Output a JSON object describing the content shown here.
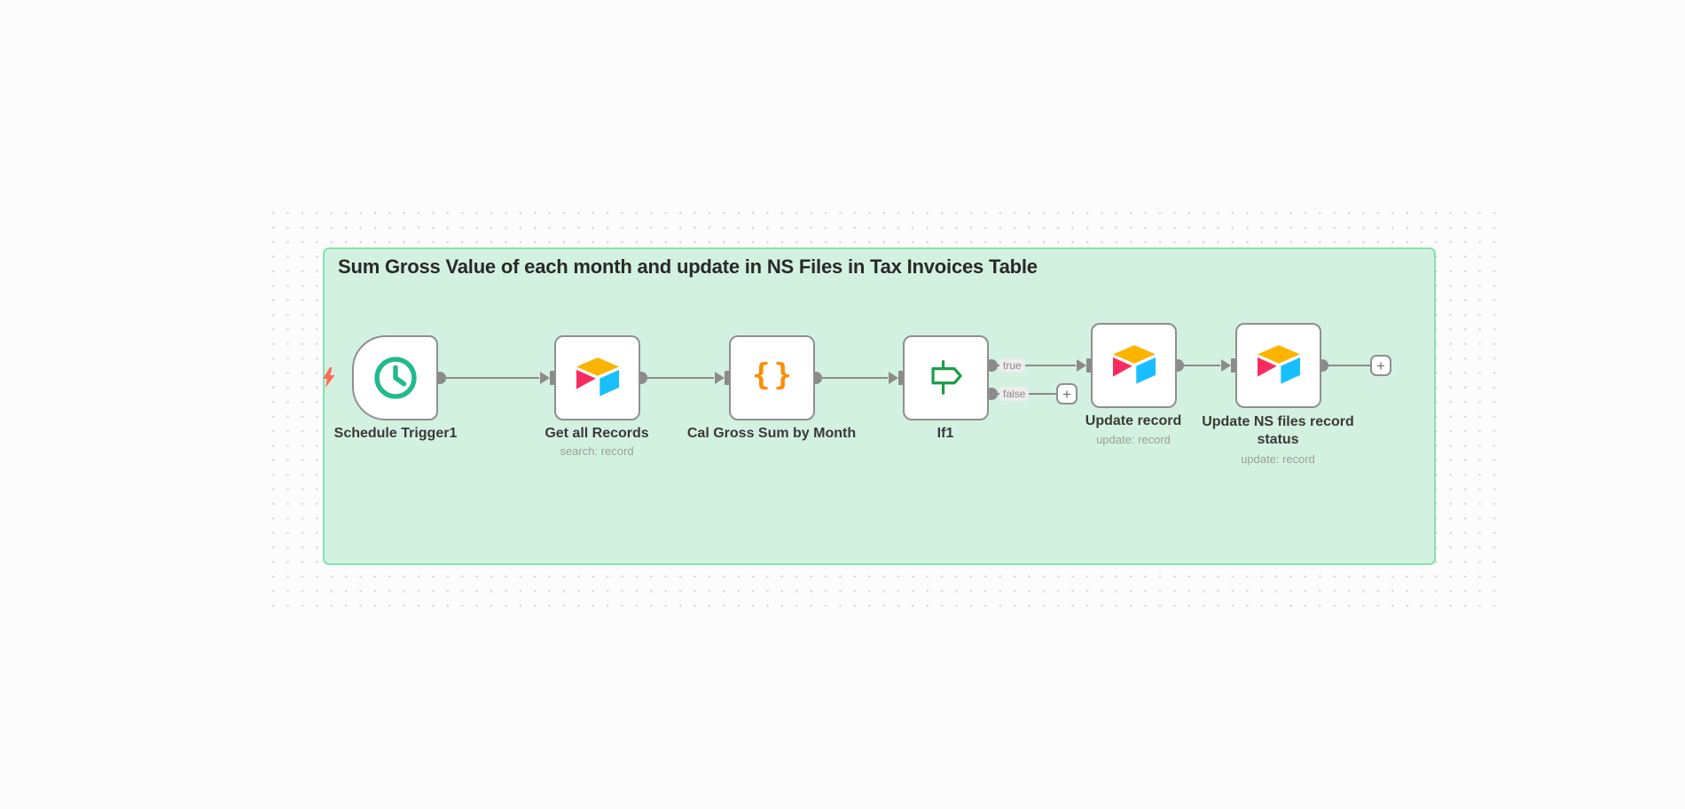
{
  "app": "n8n-workflow-canvas",
  "sticky": {
    "title": "Sum Gross Value of each month and update in NS Files in Tax Invoices Table",
    "fill_color": "#d3f1e0",
    "border_color": "#85e2ad"
  },
  "nodes": [
    {
      "id": "schedule-trigger",
      "label": "Schedule Trigger1",
      "icon": "clock-icon",
      "icon_color": "#21b98d",
      "shape": "trigger-rounded-left"
    },
    {
      "id": "get-all-records",
      "label": "Get all Records",
      "subtitle": "search: record",
      "icon": "airtable-icon"
    },
    {
      "id": "cal-gross-sum-by-month",
      "label": "Cal Gross Sum by Month",
      "icon": "code-braces-icon",
      "icon_glyph": "{}",
      "icon_color": "#ff8c00"
    },
    {
      "id": "if1",
      "label": "If1",
      "icon": "signpost-icon",
      "icon_color": "#1a9e49",
      "outputs": [
        "true",
        "false"
      ]
    },
    {
      "id": "update-record",
      "label": "Update record",
      "subtitle": "update: record",
      "icon": "airtable-icon"
    },
    {
      "id": "update-ns-files-record-status",
      "label": "Update NS files record status",
      "subtitle": "update: record",
      "icon": "airtable-icon"
    }
  ],
  "connections": {
    "true_label": "true",
    "false_label": "false"
  },
  "ui": {
    "plus": "+",
    "bolt_icon": "lightning-bolt-icon",
    "bolt_color": "#ff6d5a"
  },
  "brand_colors": {
    "airtable_yellow": "#FCB400",
    "airtable_pink": "#F82B60",
    "airtable_blue": "#18BFFF",
    "connector_gray": "#8b8b8b"
  }
}
